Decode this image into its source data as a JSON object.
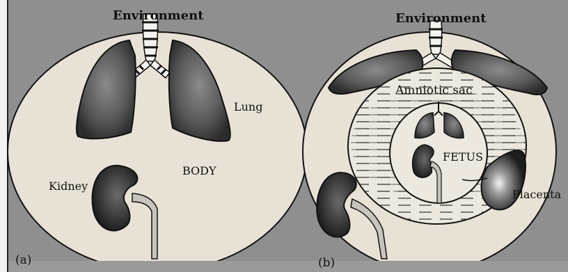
{
  "panel_a": {
    "environment": "Environment",
    "lung": "Lung",
    "kidney": "Kidney",
    "body": "BODY",
    "panel_letter": "(a)"
  },
  "panel_b": {
    "environment": "Environment",
    "amniotic_sac": "Amniotic sac",
    "fetus": "FETUS",
    "placenta": "Placenta",
    "panel_letter": "(b)"
  },
  "colors": {
    "background": "#8f8f8f",
    "body_fill": "#e8e2d6",
    "organ_dark": "#2a2a2a",
    "outline": "#111111"
  }
}
